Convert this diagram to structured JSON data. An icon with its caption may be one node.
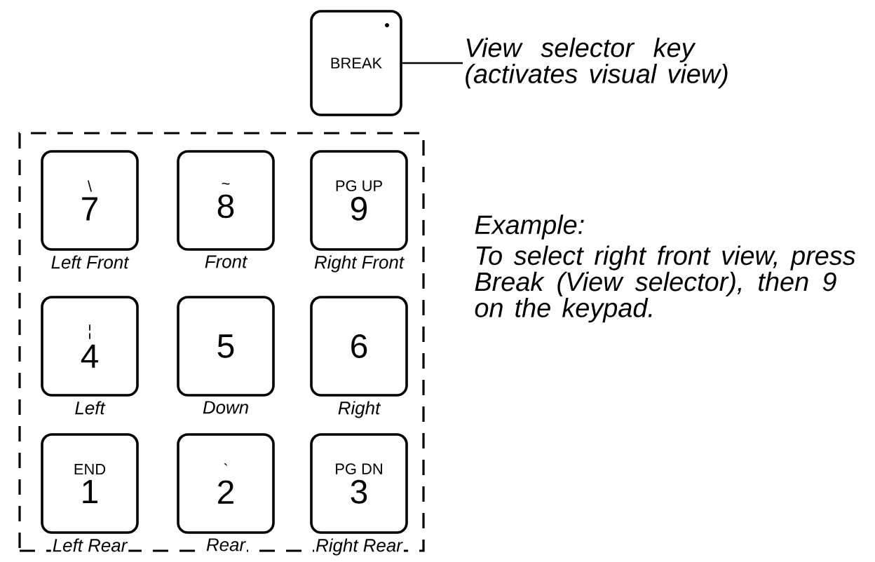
{
  "diagram": {
    "nodes": [
      {
        "text": [
          "BREAK"
        ]
      },
      {
        "text": [
          "View selector key (activates visual view)"
        ]
      },
      {
        "text": [],
        "shape": "box"
      },
      {
        "text": [
          "\\",
          "7"
        ],
        "in": 2,
        "beside": [
          "Left Front"
        ]
      },
      {
        "text": [
          "~",
          "8"
        ],
        "in": 2,
        "beside": [
          "Front"
        ]
      },
      {
        "text": [
          "PG UP",
          "9"
        ],
        "in": 2,
        "beside": [
          "Right Front"
        ]
      },
      {
        "text": [
          "¦",
          "4"
        ],
        "in": 2,
        "beside": [
          "Left"
        ]
      },
      {
        "text": [
          "5"
        ],
        "in": 2,
        "beside": [
          "Down"
        ]
      },
      {
        "text": [
          "6"
        ],
        "in": 2,
        "beside": [
          "Right"
        ]
      },
      {
        "text": [
          "END",
          "1"
        ],
        "in": 2,
        "beside": [
          "Left Rear"
        ]
      },
      {
        "text": [
          "`",
          "2"
        ],
        "in": 2,
        "beside": [
          "Rear"
        ]
      },
      {
        "text": [
          "PG DN",
          "3"
        ],
        "in": 2,
        "beside": [
          "Right Rear"
        ]
      }
    ],
    "edges": [
      {
        "from": 1,
        "to": 0,
        "arrow": "none"
      }
    ],
    "labels": [
      "Example:",
      "To select right front view, press Break (View selector), then 9 on the keypad."
    ]
  }
}
